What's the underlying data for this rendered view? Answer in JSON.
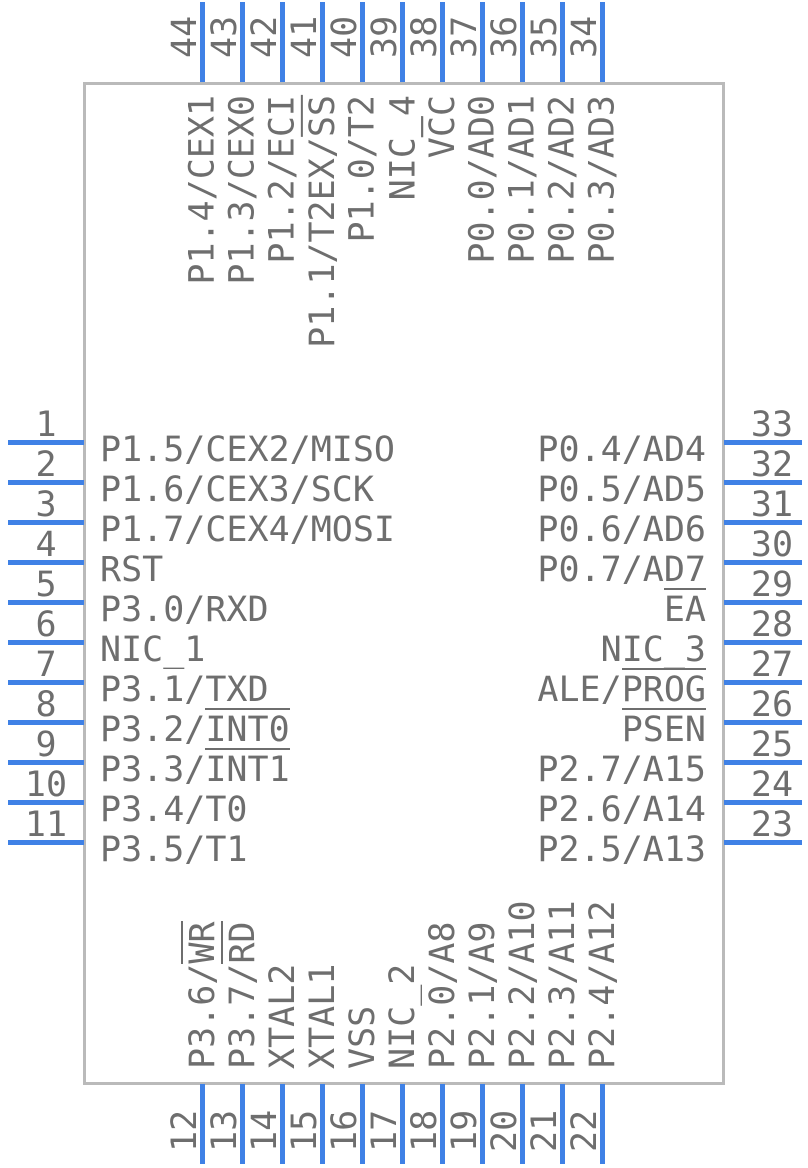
{
  "colors": {
    "pin_stub": "#3F81E6",
    "body_border": "#BABABA",
    "text": "#6E6E6E",
    "background": "#FFFFFF"
  },
  "pins": {
    "left": [
      {
        "number": "1",
        "name": [
          {
            "t": "P1.5/CEX2/MISO"
          }
        ]
      },
      {
        "number": "2",
        "name": [
          {
            "t": "P1.6/CEX3/SCK"
          }
        ]
      },
      {
        "number": "3",
        "name": [
          {
            "t": "P1.7/CEX4/MOSI"
          }
        ]
      },
      {
        "number": "4",
        "name": [
          {
            "t": "RST"
          }
        ]
      },
      {
        "number": "5",
        "name": [
          {
            "t": "P3.0/RXD"
          }
        ]
      },
      {
        "number": "6",
        "name": [
          {
            "t": "NIC_1"
          }
        ]
      },
      {
        "number": "7",
        "name": [
          {
            "t": "P3.1/TXD"
          }
        ]
      },
      {
        "number": "8",
        "name": [
          {
            "t": "P3.2/"
          },
          {
            "t": "INT0",
            "bar": true
          }
        ]
      },
      {
        "number": "9",
        "name": [
          {
            "t": "P3.3/"
          },
          {
            "t": "INT1",
            "bar": true
          }
        ]
      },
      {
        "number": "10",
        "name": [
          {
            "t": "P3.4/T0"
          }
        ]
      },
      {
        "number": "11",
        "name": [
          {
            "t": "P3.5/T1"
          }
        ]
      }
    ],
    "right": [
      {
        "number": "33",
        "name": [
          {
            "t": "P0.4/AD4"
          }
        ]
      },
      {
        "number": "32",
        "name": [
          {
            "t": "P0.5/AD5"
          }
        ]
      },
      {
        "number": "31",
        "name": [
          {
            "t": "P0.6/AD6"
          }
        ]
      },
      {
        "number": "30",
        "name": [
          {
            "t": "P0.7/AD7"
          }
        ]
      },
      {
        "number": "29",
        "name": [
          {
            "t": "EA",
            "bar": true
          }
        ]
      },
      {
        "number": "28",
        "name": [
          {
            "t": "NIC_3"
          }
        ]
      },
      {
        "number": "27",
        "name": [
          {
            "t": "ALE/"
          },
          {
            "t": "PROG",
            "bar": true
          }
        ]
      },
      {
        "number": "26",
        "name": [
          {
            "t": "PSEN",
            "bar": true
          }
        ]
      },
      {
        "number": "25",
        "name": [
          {
            "t": "P2.7/A15"
          }
        ]
      },
      {
        "number": "24",
        "name": [
          {
            "t": "P2.6/A14"
          }
        ]
      },
      {
        "number": "23",
        "name": [
          {
            "t": "P2.5/A13"
          }
        ]
      }
    ],
    "top": [
      {
        "number": "44",
        "name": [
          {
            "t": "P1.4/CEX1"
          }
        ]
      },
      {
        "number": "43",
        "name": [
          {
            "t": "P1.3/CEX0"
          }
        ]
      },
      {
        "number": "42",
        "name": [
          {
            "t": "P1.2/ECI"
          }
        ]
      },
      {
        "number": "41",
        "name": [
          {
            "t": "P1.1/T2EX/"
          },
          {
            "t": "SS",
            "bar": true
          }
        ]
      },
      {
        "number": "40",
        "name": [
          {
            "t": "P1.0/T2"
          }
        ]
      },
      {
        "number": "39",
        "name": [
          {
            "t": "NIC_4"
          }
        ]
      },
      {
        "number": "38",
        "name": [
          {
            "t": "V"
          },
          {
            "t": "C",
            "bar": true
          },
          {
            "t": "C"
          }
        ]
      },
      {
        "number": "37",
        "name": [
          {
            "t": "P0.0/AD0"
          }
        ]
      },
      {
        "number": "36",
        "name": [
          {
            "t": "P0.1/AD1"
          }
        ]
      },
      {
        "number": "35",
        "name": [
          {
            "t": "P0.2/AD2"
          }
        ]
      },
      {
        "number": "34",
        "name": [
          {
            "t": "P0.3/AD3"
          }
        ]
      }
    ],
    "bottom": [
      {
        "number": "12",
        "name": [
          {
            "t": "P3.6/"
          },
          {
            "t": "WR",
            "bar": true
          }
        ]
      },
      {
        "number": "13",
        "name": [
          {
            "t": "P3.7/"
          },
          {
            "t": "RD",
            "bar": true
          }
        ]
      },
      {
        "number": "14",
        "name": [
          {
            "t": "XTAL2"
          }
        ]
      },
      {
        "number": "15",
        "name": [
          {
            "t": "XTAL1"
          }
        ]
      },
      {
        "number": "16",
        "name": [
          {
            "t": "VSS"
          }
        ]
      },
      {
        "number": "17",
        "name": [
          {
            "t": "NIC_2"
          }
        ]
      },
      {
        "number": "18",
        "name": [
          {
            "t": "P2.0/A8"
          }
        ]
      },
      {
        "number": "19",
        "name": [
          {
            "t": "P2.1/A9"
          }
        ]
      },
      {
        "number": "20",
        "name": [
          {
            "t": "P2.2/A10"
          }
        ]
      },
      {
        "number": "21",
        "name": [
          {
            "t": "P2.3/A11"
          }
        ]
      },
      {
        "number": "22",
        "name": [
          {
            "t": "P2.4/A12"
          }
        ]
      }
    ]
  }
}
